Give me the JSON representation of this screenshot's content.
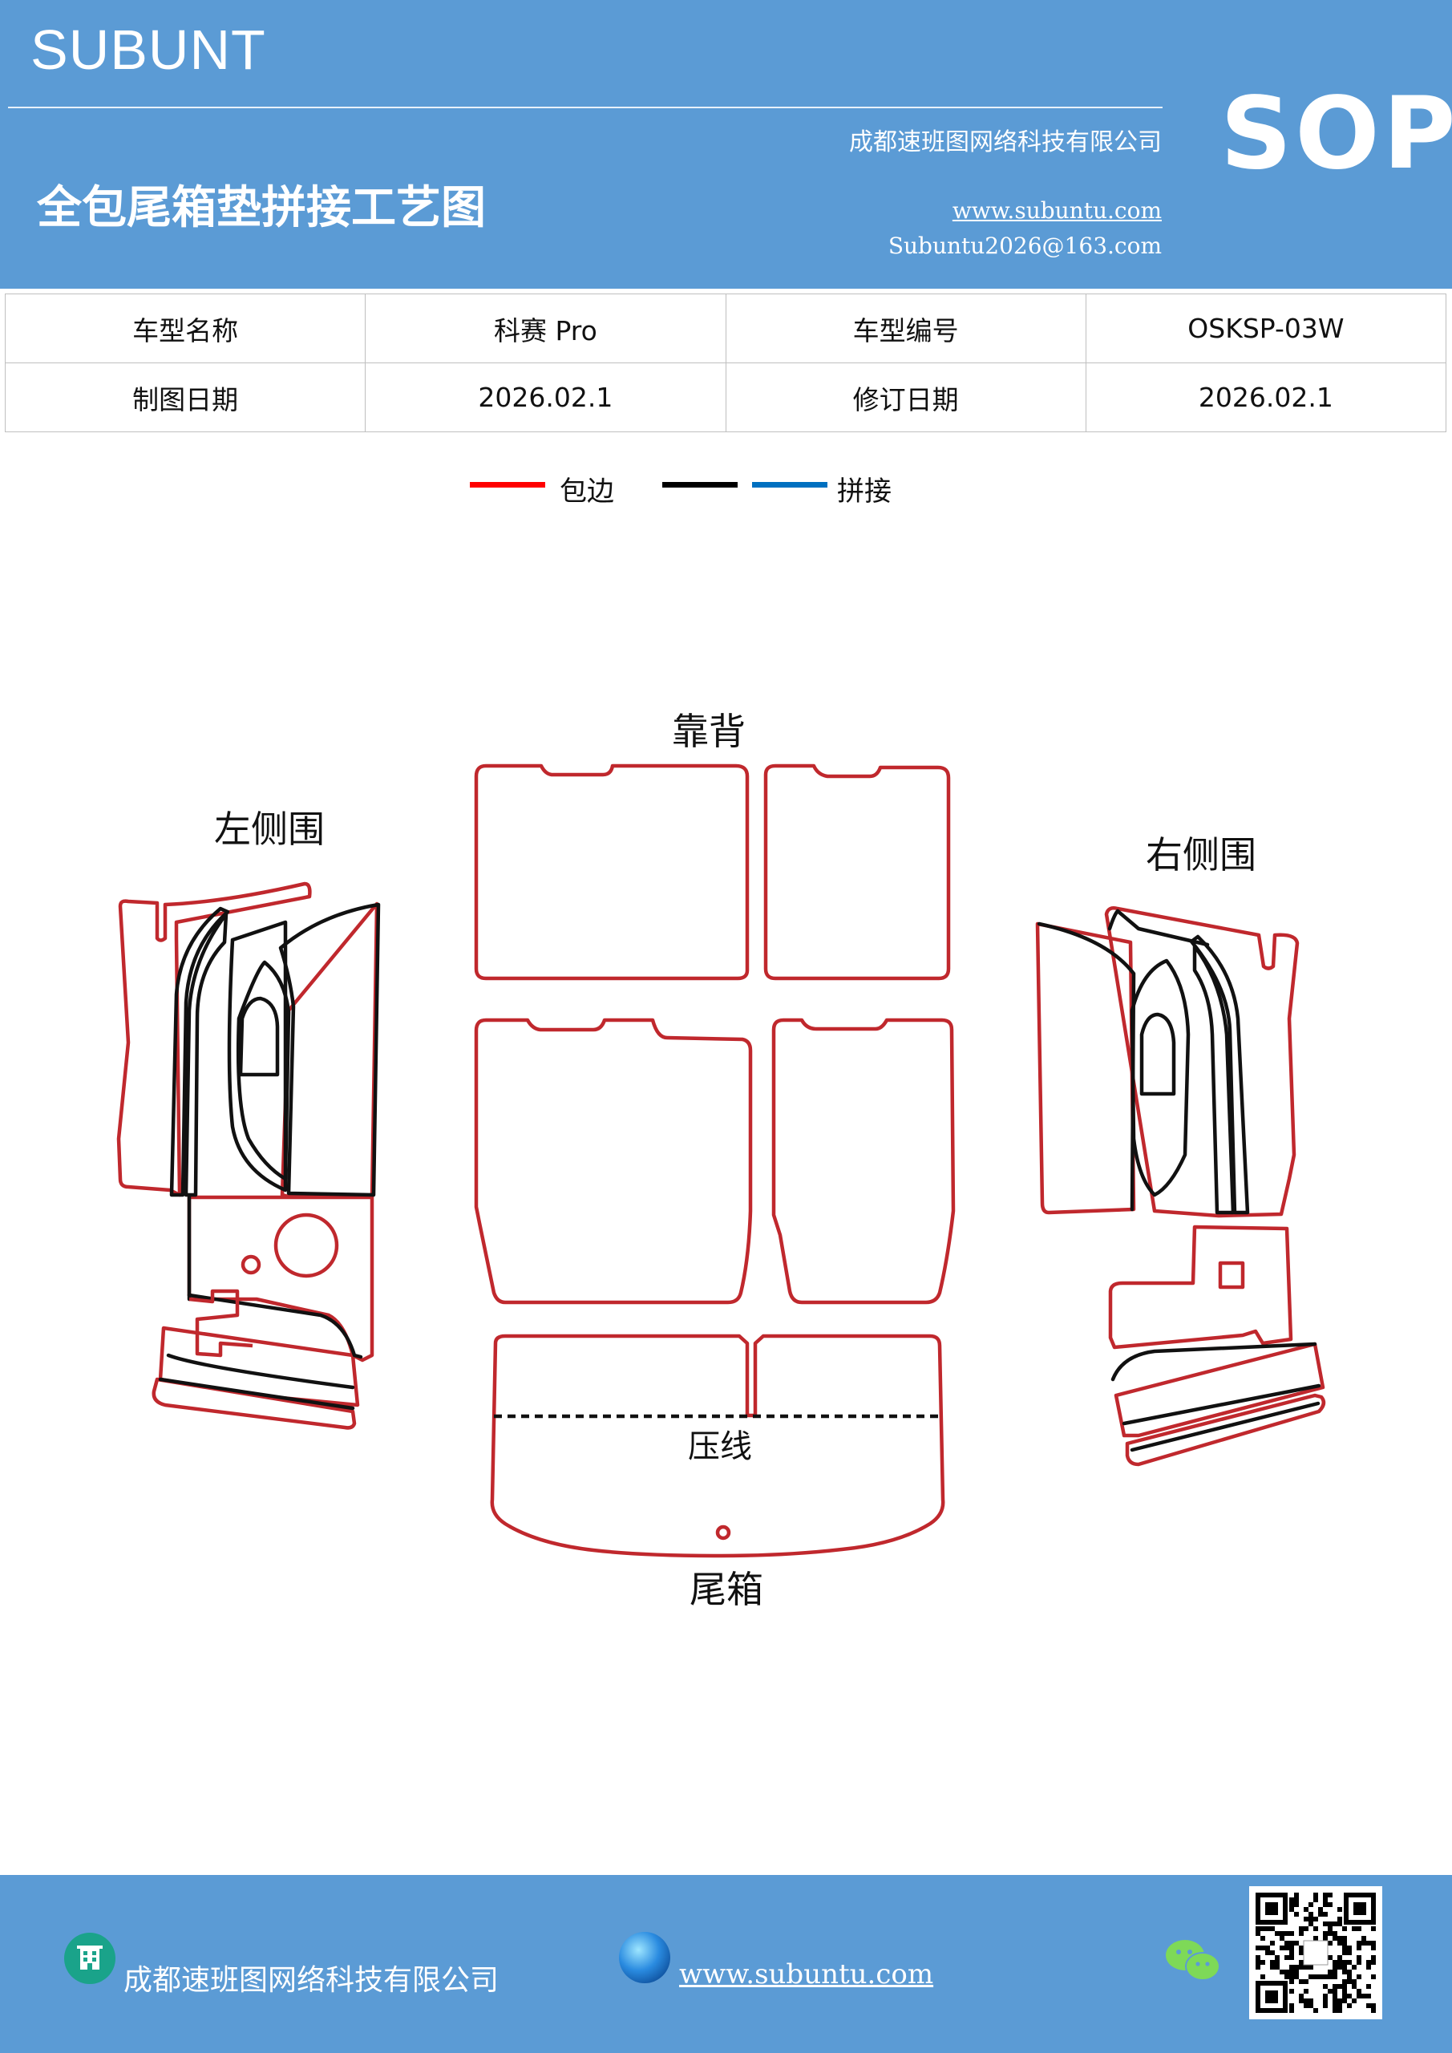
{
  "header": {
    "brand": "SUBUNT",
    "company": "成都速班图网络科技有限公司",
    "title": "全包尾箱垫拼接工艺图",
    "website": "www.subuntu.com",
    "email": "Subuntu2026@163.com",
    "badge": "SOP"
  },
  "info_table": {
    "row1": [
      "车型名称",
      "科赛 Pro",
      "车型编号",
      "OSKSP-03W"
    ],
    "row2": [
      "制图日期",
      "2026.02.1",
      "修订日期",
      "2026.02.1"
    ]
  },
  "legend": {
    "items": [
      {
        "label": "包边",
        "color": "#ff0000"
      },
      {
        "label": "",
        "color": "#000000"
      },
      {
        "label": "拼接",
        "color": "#0070c0"
      }
    ]
  },
  "diagram": {
    "labels": {
      "backrest": "靠背",
      "left_side": "左侧围",
      "right_side": "右侧围",
      "press_line": "压线",
      "trunk": "尾箱"
    },
    "colors": {
      "edge": "#c0282d",
      "seam": "#111111"
    }
  },
  "footer": {
    "company": "成都速班图网络科技有限公司",
    "website": "www.subuntu.com",
    "icons": [
      "building-icon",
      "globe-icon",
      "wechat-icon",
      "qr-code"
    ]
  }
}
